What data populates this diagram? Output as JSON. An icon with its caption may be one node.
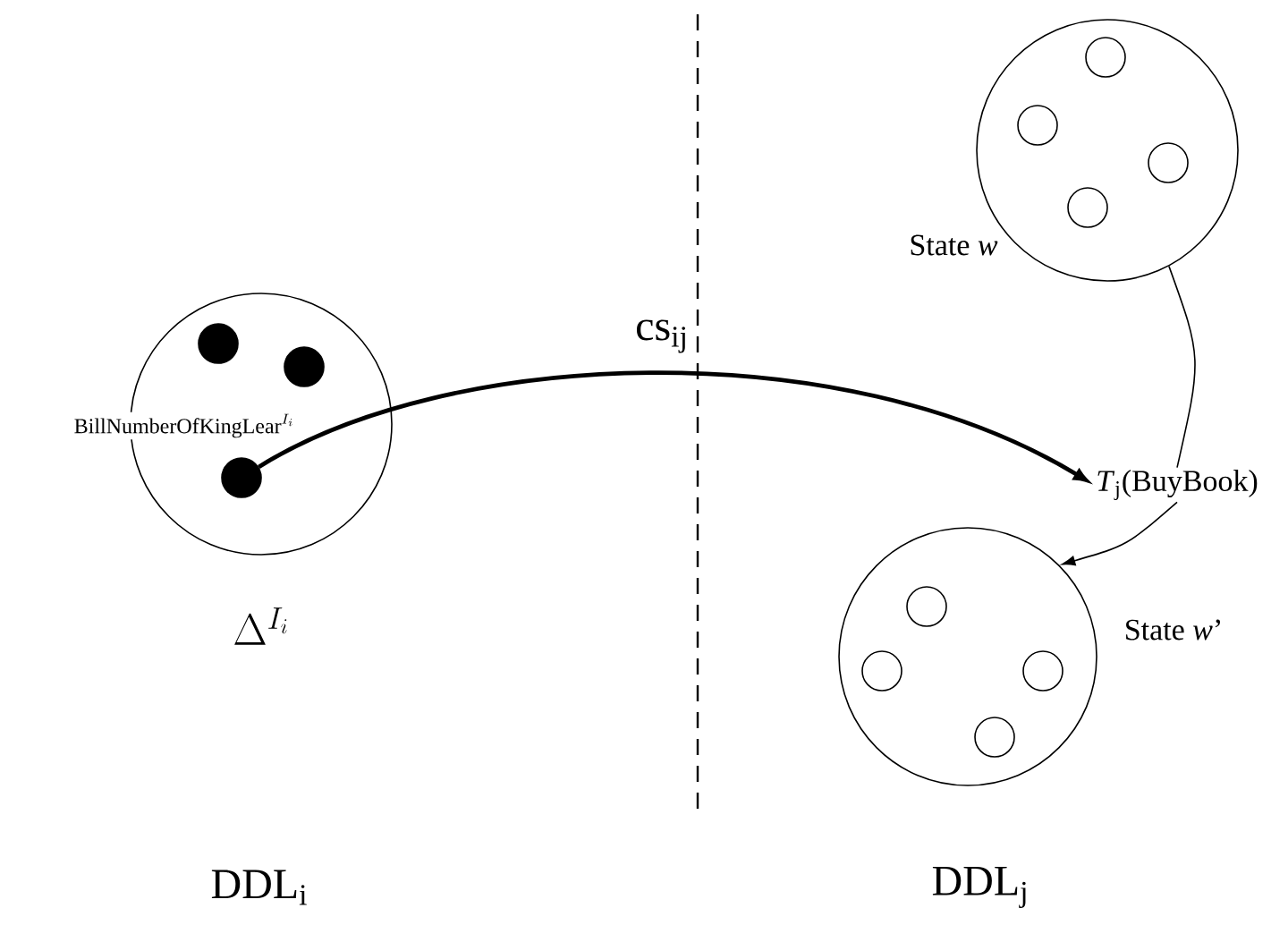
{
  "diagram": {
    "nodes": [
      {
        "text": [],
        "shape": "circle",
        "beside": [
          "\\mathrm{BillNumberOfKingLear}^{I_i}",
          "\\Delta^{I_i}"
        ]
      },
      {
        "text": [],
        "shape": "circle",
        "in": 0
      },
      {
        "text": [],
        "shape": "circle",
        "in": 0
      },
      {
        "text": [],
        "shape": "circle",
        "in": 0
      },
      {
        "text": [],
        "shape": "circle",
        "beside": [
          "State *w*"
        ]
      },
      {
        "text": [],
        "shape": "circle",
        "in": 4
      },
      {
        "text": [],
        "shape": "circle",
        "in": 4
      },
      {
        "text": [],
        "shape": "circle",
        "in": 4
      },
      {
        "text": [],
        "shape": "circle",
        "in": 4
      },
      {
        "text": [
          "*T*$_{j}$(BuyBook)"
        ]
      },
      {
        "text": [],
        "shape": "circle",
        "beside": [
          "State *w*’"
        ]
      },
      {
        "text": [],
        "shape": "circle",
        "in": 10
      },
      {
        "text": [],
        "shape": "circle",
        "in": 10
      },
      {
        "text": [],
        "shape": "circle",
        "in": 10
      },
      {
        "text": [],
        "shape": "circle",
        "in": 10
      }
    ],
    "edges": [
      {
        "from": 3,
        "to": 9,
        "arrow": "to",
        "label": "cs$_{ij}$",
        "style": "thick"
      },
      {
        "from": 4,
        "to": 9,
        "arrow": "none"
      },
      {
        "from": 9,
        "to": 10,
        "arrow": "to"
      }
    ],
    "labels": [
      "DDL$_{i}$",
      "DDL$_{j}$"
    ]
  }
}
